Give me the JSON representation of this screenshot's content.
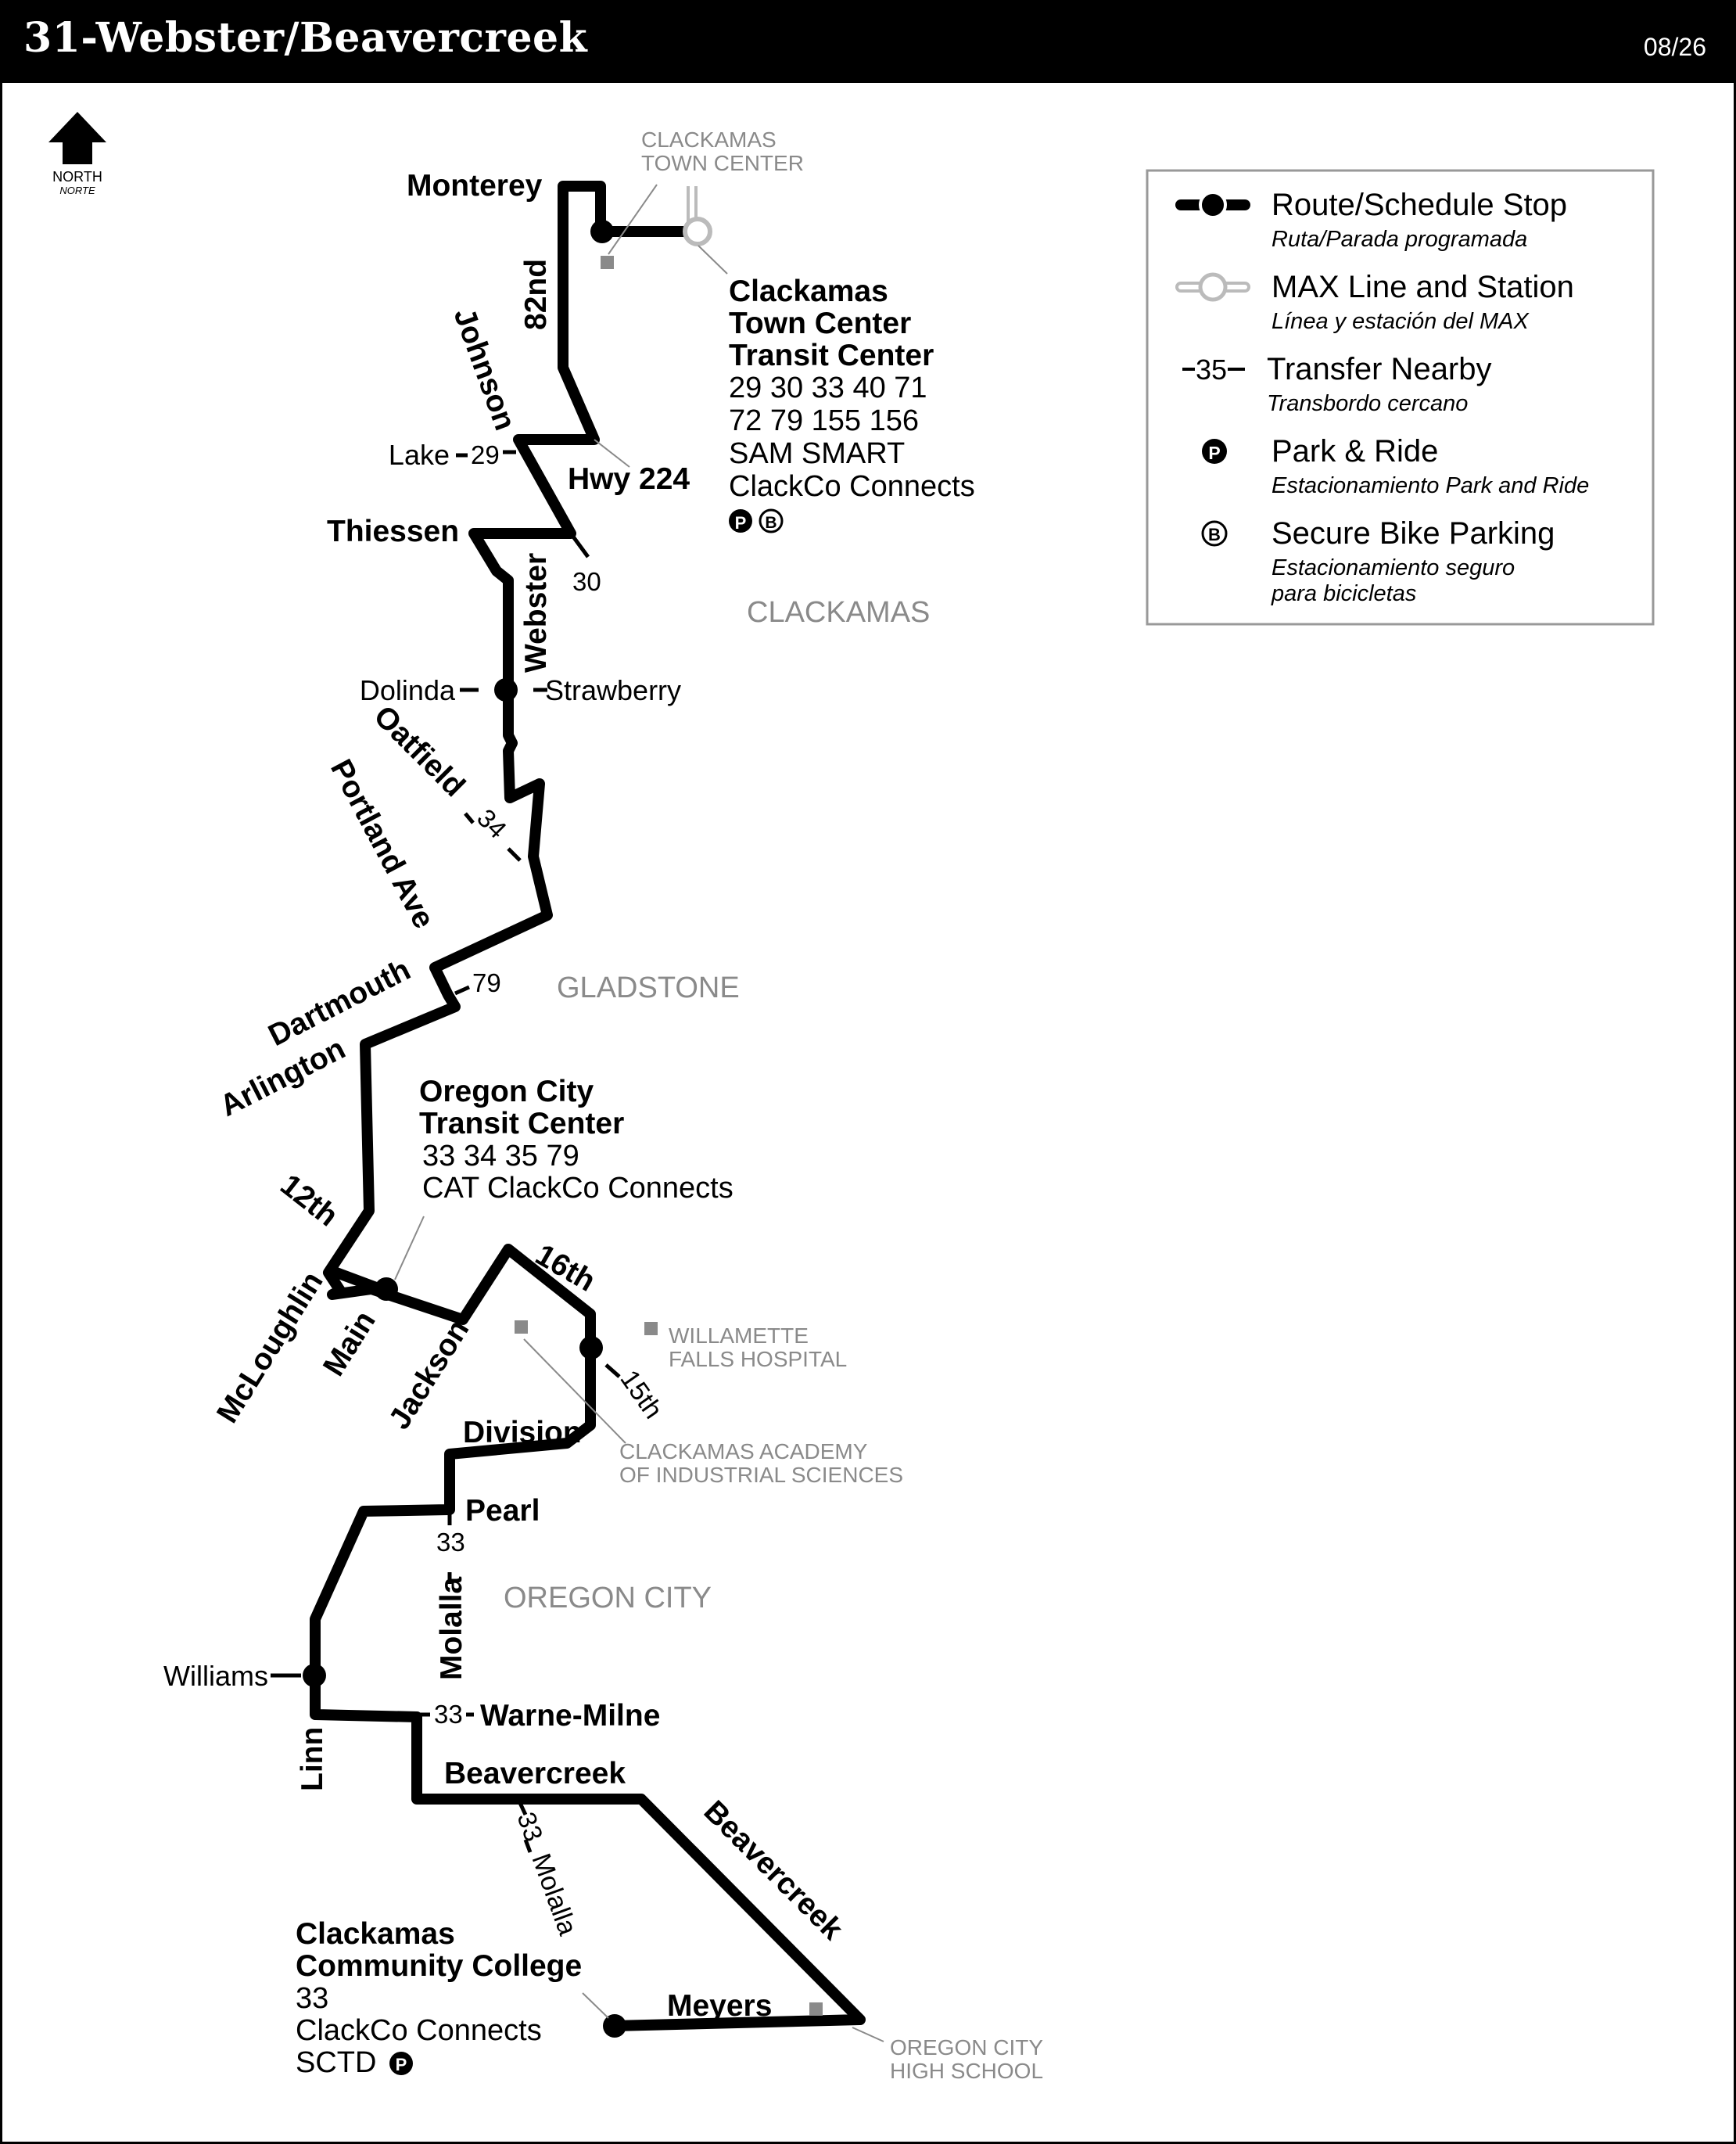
{
  "header": {
    "route_title": "31-Webster/Beavercreek",
    "date": "08/26"
  },
  "north_arrow": {
    "icon": "north-arrow-icon",
    "label": "NORTH",
    "label_es": "NORTE"
  },
  "legend": {
    "items": [
      {
        "icon": "route-stop-icon",
        "label": "Route/Schedule Stop",
        "sublabel": "Ruta/Parada programada"
      },
      {
        "icon": "max-station-icon",
        "label": "MAX Line and Station",
        "sublabel": "Línea y estación del MAX"
      },
      {
        "icon": "transfer-icon",
        "symbol": "35",
        "label": "Transfer Nearby",
        "sublabel": "Transbordo cercano"
      },
      {
        "icon": "park-ride-icon",
        "symbol": "P",
        "label": "Park & Ride",
        "sublabel": "Estacionamiento Park and Ride"
      },
      {
        "icon": "bike-parking-icon",
        "symbol": "B",
        "label": "Secure Bike Parking",
        "sublabel_lines": [
          "Estacionamiento seguro",
          "para bicicletas"
        ]
      }
    ]
  },
  "cities": [
    "CLACKAMAS",
    "GLADSTONE",
    "OREGON CITY"
  ],
  "streets": {
    "monterey": "Monterey",
    "s82nd": "82nd",
    "johnson": "Johnson",
    "hwy224": "Hwy 224",
    "thiessen": "Thiessen",
    "webster": "Webster",
    "oatfield": "Oatfield",
    "portland_ave": "Portland Ave",
    "dartmouth": "Dartmouth",
    "arlington": "Arlington",
    "s12th": "12th",
    "mcloughlin": "McLoughlin",
    "main": "Main",
    "jackson": "Jackson",
    "s16th": "16th",
    "s15th": "15th",
    "division": "Division",
    "pearl": "Pearl",
    "molalla": "Molalla",
    "warne_milne": "Warne-Milne",
    "linn": "Linn",
    "beavercreek": "Beavercreek",
    "beavercreek_diag": "Beavercreek",
    "molalla_lower": "Molalla",
    "meyers": "Meyers"
  },
  "cross_streets": {
    "lake": "Lake",
    "dolinda": "Dolinda",
    "strawberry": "Strawberry",
    "williams": "Williams"
  },
  "transfers": {
    "lake": "29",
    "s30": "30",
    "oatfield": "34",
    "s79": "79",
    "pearl": "33",
    "warne": "33",
    "molalla_lower": "33"
  },
  "landmarks": {
    "ctc_line1": "CLACKAMAS",
    "ctc_line2": "TOWN CENTER",
    "willamette_line1": "WILLAMETTE",
    "willamette_line2": "FALLS HOSPITAL",
    "academy_line1": "CLACKAMAS ACADEMY",
    "academy_line2": "OF INDUSTRIAL SCIENCES",
    "ochs_line1": "OREGON CITY",
    "ochs_line2": "HIGH SCHOOL"
  },
  "hubs": {
    "clackamas_tc": {
      "name_lines": [
        "Clackamas",
        "Town Center",
        "Transit Center"
      ],
      "service_lines": [
        "29 30 33 40 71",
        "72 79 155 156",
        "SAM SMART",
        "ClackCo Connects"
      ],
      "amenities": [
        "P",
        "B"
      ]
    },
    "oregon_city_tc": {
      "name_lines": [
        "Oregon City",
        "Transit Center"
      ],
      "service_lines": [
        "33 34 35 79",
        "CAT ClackCo Connects"
      ]
    },
    "ccc": {
      "name_lines": [
        "Clackamas",
        "Community College"
      ],
      "service_lines": [
        "33",
        "ClackCo Connects"
      ],
      "last_line": "SCTD",
      "amenities": [
        "P"
      ]
    }
  },
  "colors": {
    "route": "#000000",
    "max_line": "#bbbbbb",
    "landmark_gray": "#8a8a8a"
  }
}
